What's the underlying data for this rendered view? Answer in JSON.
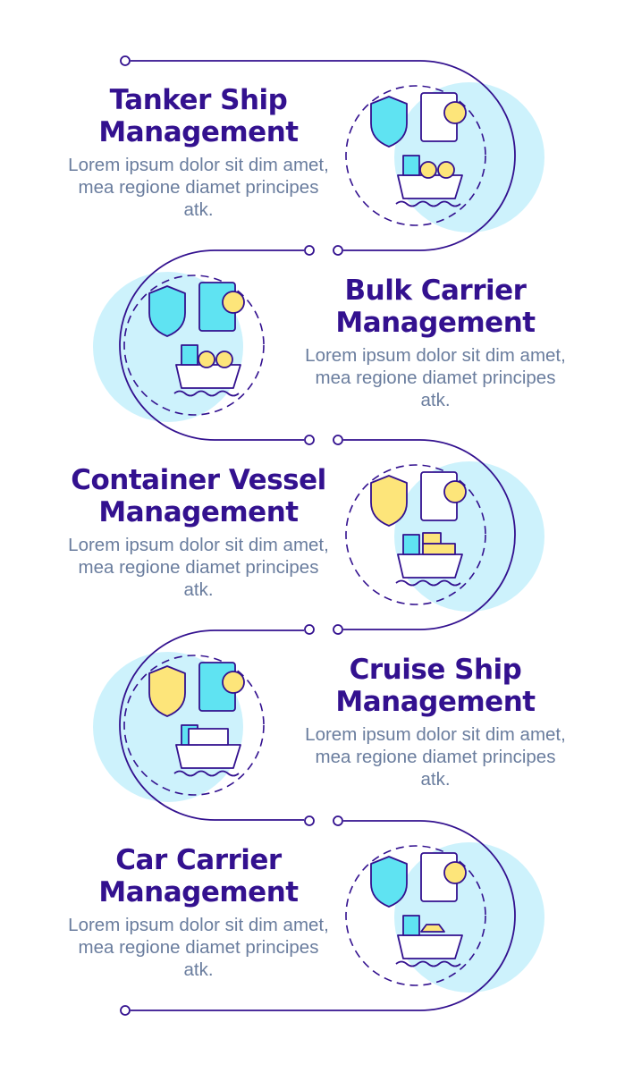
{
  "colors": {
    "line": "#33118f",
    "blob": "#cdf2fc",
    "accent_cyan": "#5fe3f2",
    "accent_yellow": "#fde57a",
    "body_text": "#6a7d9e"
  },
  "sections": [
    {
      "title_1": "Tanker Ship",
      "title_2": "Management",
      "body": "Lorem ipsum dolor sit dim amet, mea regione diamet principes atk.",
      "icon": "tanker-ship-icon"
    },
    {
      "title_1": "Bulk Carrier",
      "title_2": "Management",
      "body": "Lorem ipsum dolor sit dim amet, mea regione diamet principes atk.",
      "icon": "bulk-carrier-icon"
    },
    {
      "title_1": "Container Vessel",
      "title_2": "Management",
      "body": "Lorem ipsum dolor sit dim amet, mea regione diamet principes atk.",
      "icon": "container-vessel-icon"
    },
    {
      "title_1": "Cruise Ship",
      "title_2": "Management",
      "body": "Lorem ipsum dolor sit dim amet, mea regione diamet principes atk.",
      "icon": "cruise-ship-icon"
    },
    {
      "title_1": "Car Carrier",
      "title_2": "Management",
      "body": "Lorem ipsum dolor sit dim amet, mea regione diamet principes atk.",
      "icon": "car-carrier-icon"
    }
  ]
}
